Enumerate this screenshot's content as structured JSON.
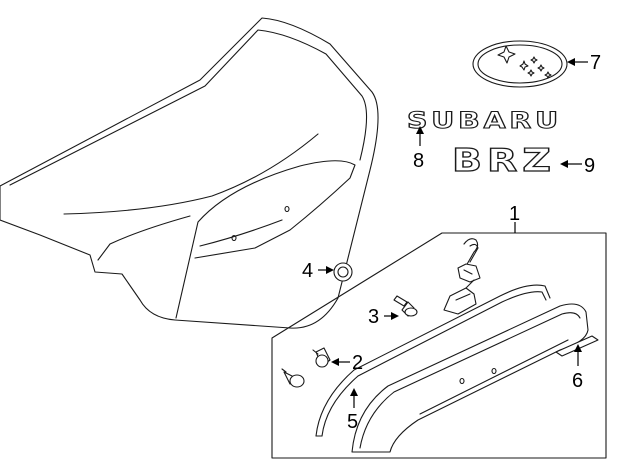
{
  "callouts": {
    "c1": "1",
    "c2": "2",
    "c3": "3",
    "c4": "4",
    "c5": "5",
    "c6": "6",
    "c7": "7",
    "c8": "8",
    "c9": "9"
  },
  "badges": {
    "brand_script": "SUBARU",
    "model_script": "BRZ"
  },
  "colors": {
    "line": "#1a1a1a",
    "background": "#ffffff"
  }
}
